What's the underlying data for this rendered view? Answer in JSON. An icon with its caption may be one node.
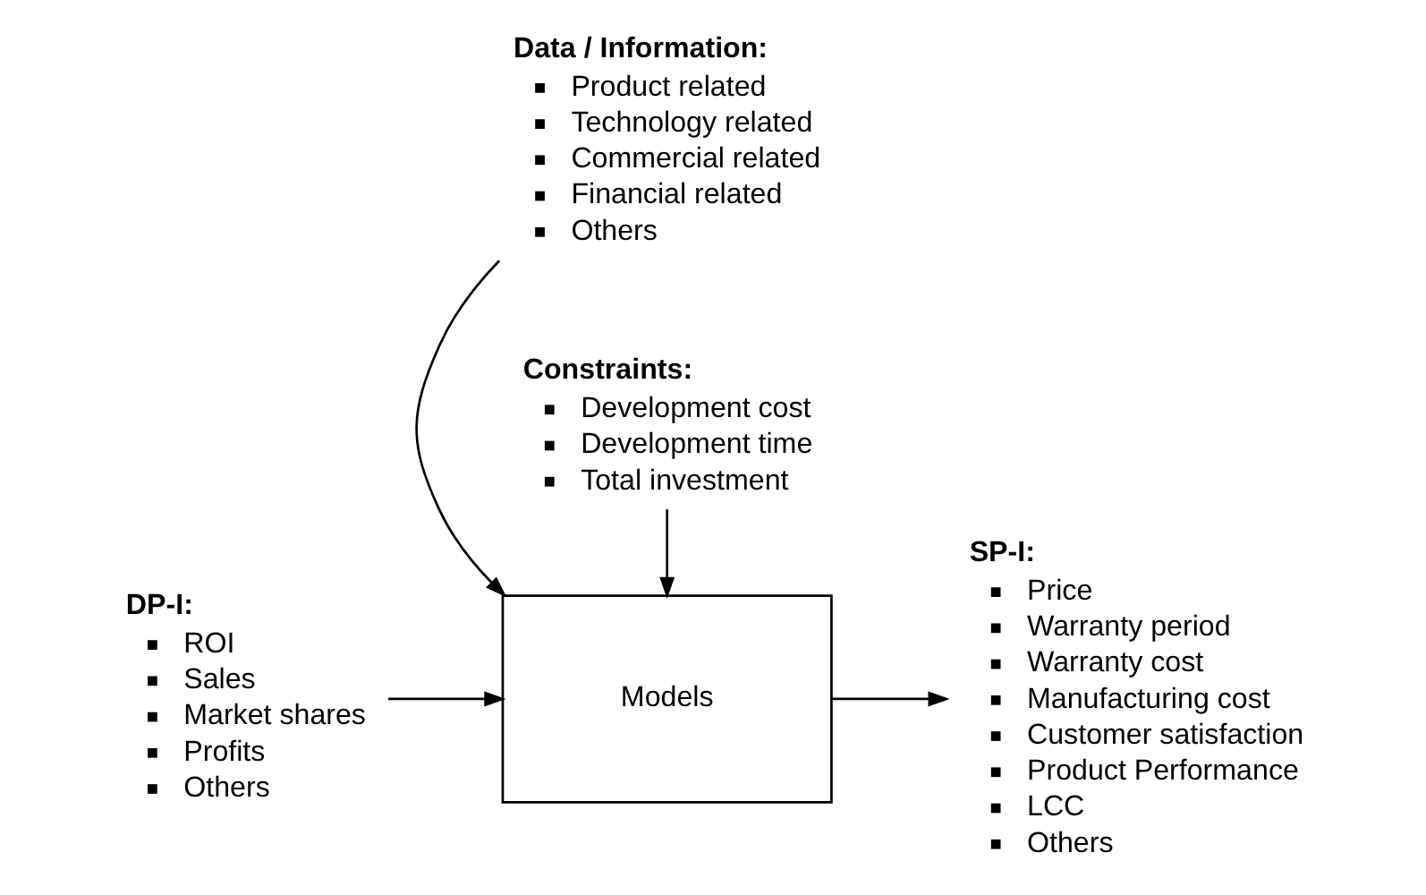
{
  "diagram": {
    "nodes": [
      {
        "text": [
          "Data / Information:",
          "Product related",
          "Technology related",
          "Commercial related",
          "Financial related",
          "Others"
        ]
      },
      {
        "text": [
          "DP-I:",
          "ROI",
          "Sales",
          "Market shares",
          "Profits",
          "Others"
        ]
      },
      {
        "text": [
          "Models"
        ]
      },
      {
        "text": [
          "SP-I:",
          "Price",
          "Warranty period",
          "Warranty cost",
          "Manufacturing cost",
          "Customer satisfaction",
          "Product Performance",
          "LCC",
          "Others"
        ]
      },
      {
        "text": [
          "Constraints:",
          "Development cost",
          "Development time",
          "Total investment"
        ]
      }
    ],
    "edges": [
      {
        "from": 0,
        "to": 2,
        "arrow": "to"
      },
      {
        "from": 1,
        "to": 2,
        "arrow": "to"
      },
      {
        "from": 2,
        "to": 3,
        "arrow": "to"
      },
      {
        "from": 4,
        "to": 2,
        "arrow": "to"
      }
    ]
  }
}
